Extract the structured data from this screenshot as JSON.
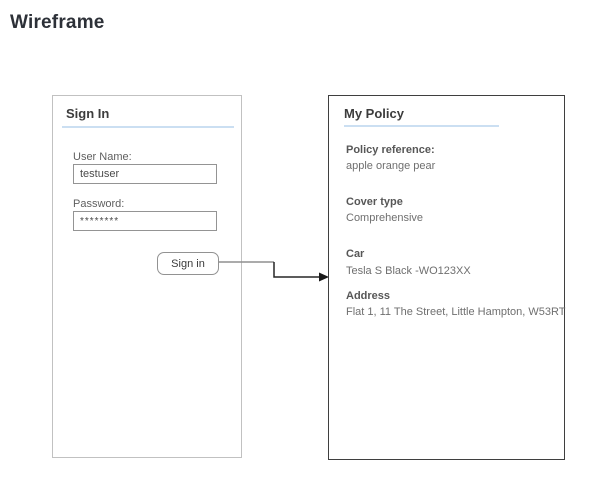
{
  "page": {
    "title": "Wireframe"
  },
  "signin_panel": {
    "heading": "Sign In",
    "username_label": "User Name:",
    "username_value": "testuser",
    "password_label": "Password:",
    "password_value": "********",
    "button_label": "Sign in"
  },
  "policy_panel": {
    "heading": "My Policy",
    "sections": [
      {
        "label": "Policy reference:",
        "value": "apple orange pear"
      },
      {
        "label": "Cover type",
        "value": "Comprehensive"
      },
      {
        "label": "Car",
        "value": "Tesla S Black -WO123XX"
      },
      {
        "label": "Address",
        "value": "Flat 1, 11 The Street, Little Hampton, W53RT"
      }
    ]
  },
  "connector": {
    "meaning": "sign-in-leads-to-policy-arrow"
  },
  "colors": {
    "heading_underline": "#cbdff2",
    "panel_border_light": "#c1c1c1",
    "panel_border_dark": "#3f3f3f",
    "heading_text": "#3c3c3c",
    "label_text": "#5f5f5f",
    "body_text": "#6f6f6f",
    "arrow_dark": "#1f1f1f",
    "arrow_gray": "#8f8f8f"
  }
}
